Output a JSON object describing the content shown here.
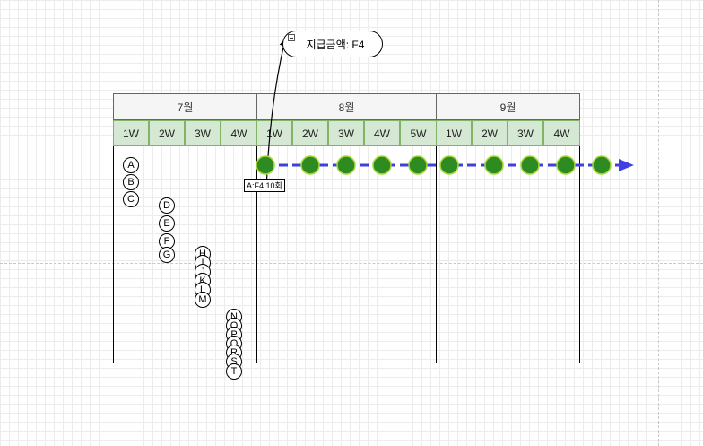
{
  "note": {
    "text": "지급금액: F4",
    "icon": "collapse-icon"
  },
  "payment_label": "A:F4 10회",
  "months": [
    {
      "label": "7월",
      "weeks": [
        "1W",
        "2W",
        "3W",
        "4W"
      ]
    },
    {
      "label": "8월",
      "weeks": [
        "1W",
        "2W",
        "3W",
        "4W",
        "5W"
      ]
    },
    {
      "label": "9월",
      "weeks": [
        "1W",
        "2W",
        "3W",
        "4W"
      ]
    }
  ],
  "tasks": {
    "group1": [
      "A",
      "B",
      "C"
    ],
    "group2": [
      "D",
      "E",
      "F",
      "G"
    ],
    "group3": [
      "H",
      "I",
      "J",
      "K",
      "L",
      "M"
    ],
    "group4": [
      "N",
      "O",
      "P",
      "Q",
      "R",
      "S",
      "T"
    ]
  },
  "payment_points": 10,
  "colors": {
    "month_fill": "#f5f5f5",
    "week_fill": "#d5e8d4",
    "week_border": "#82b366",
    "timeline_arrow": "#4040e0",
    "payment_dot_fill": "#2e8b22",
    "payment_dot_border": "#a8d838"
  }
}
